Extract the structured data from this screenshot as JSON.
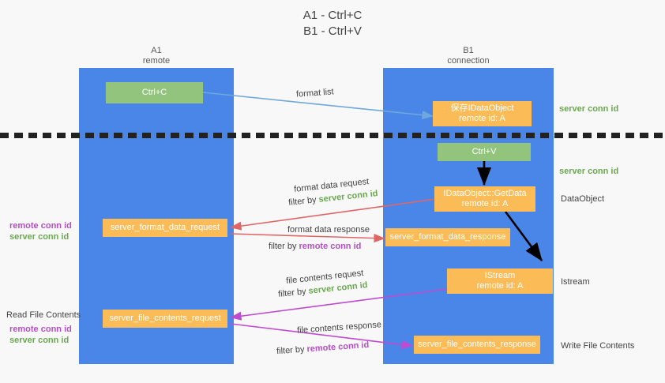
{
  "title": {
    "line1": "A1 - Ctrl+C",
    "line2": "B1 - Ctrl+V"
  },
  "columns": {
    "left": {
      "name": "A1",
      "role": "remote"
    },
    "right": {
      "name": "B1",
      "role": "connection"
    }
  },
  "colors": {
    "lane": "#4a86e8",
    "green_box": "#93c47d",
    "orange_box": "#fbbc58",
    "server_conn_id": "#6aa84f",
    "remote_conn_id": "#b44ec4",
    "arrow_blue": "#6fa8dc",
    "arrow_red": "#e06666",
    "arrow_purple": "#c04ad0",
    "arrow_black": "#000000",
    "separator": "#222222"
  },
  "boxes": {
    "ctrl_c": {
      "label": "Ctrl+C"
    },
    "save_idataobject": {
      "line1": "保存IDataObject",
      "line2": "remote id: A"
    },
    "ctrl_v": {
      "label": "Ctrl+V"
    },
    "getdata": {
      "line1": "IDataObject::GetData",
      "line2": "remote id: A"
    },
    "istream": {
      "line1": "IStream",
      "line2": "remote id: A"
    },
    "server_format_data_request": {
      "label": "server_format_data_request"
    },
    "server_format_data_response": {
      "label": "server_format_data_response"
    },
    "server_file_contents_request": {
      "label": "server_file_contents_request"
    },
    "server_file_contents_response": {
      "label": "server_file_contents_response"
    }
  },
  "arrow_labels": {
    "format_list": "format list",
    "format_data_request": "format data request",
    "format_data_request_filter_prefix": "filter by ",
    "format_data_request_filter_value": "server conn id",
    "format_data_response": "format data response",
    "format_data_response_filter_prefix": "filter by ",
    "format_data_response_filter_value": "remote conn id",
    "file_contents_request": "file contents request",
    "file_contents_request_filter_prefix": "filter by ",
    "file_contents_request_filter_value": "server conn id",
    "file_contents_response": "file contents response",
    "file_contents_response_filter_prefix": "filter by ",
    "file_contents_response_filter_value": "remote conn id"
  },
  "annotations": {
    "right_server_conn_id_top": "server conn id",
    "right_server_conn_id_mid": "server conn id",
    "right_dataobject": "DataObject",
    "right_istream": "Istream",
    "right_write_file_contents": "Write File Contents",
    "left_remote_conn_id_mid": "remote conn id",
    "left_server_conn_id_mid": "server conn id",
    "left_read_file_contents": "Read File Contents",
    "left_remote_conn_id_bottom": "remote conn id",
    "left_server_conn_id_bottom": "server conn id"
  }
}
